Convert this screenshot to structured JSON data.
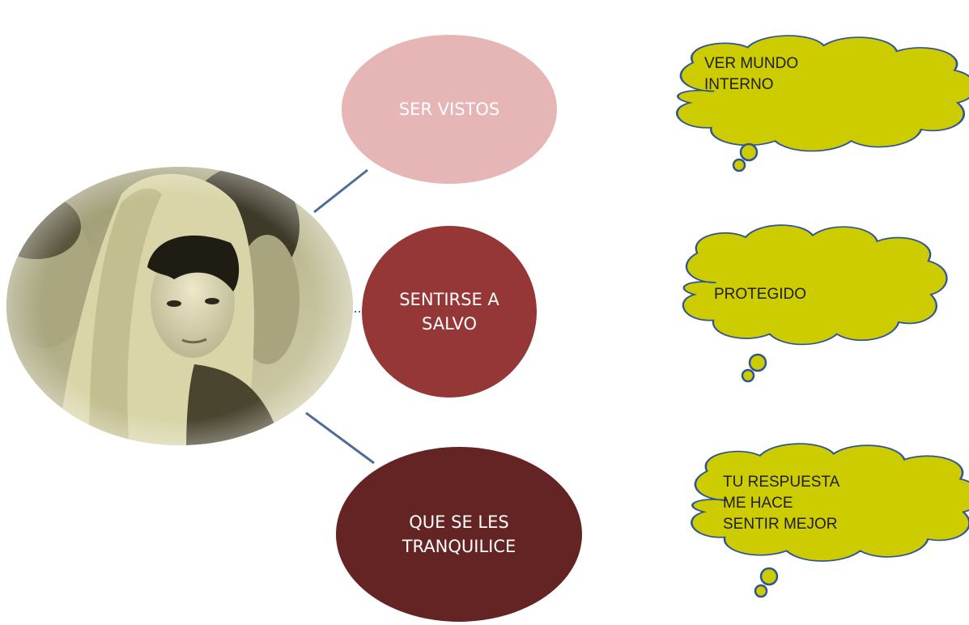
{
  "center": {
    "image": "teenagers-in-hoodies-photo"
  },
  "nodes": [
    {
      "lines": [
        "SER VISTOS"
      ],
      "fill": "#e6b6b6",
      "text_color": "#ffffff"
    },
    {
      "lines": [
        "SENTIRSE A",
        "SALVO"
      ],
      "fill": "#953737",
      "text_color": "#ffffff"
    },
    {
      "lines": [
        "QUE SE LES",
        "TRANQUILICE"
      ],
      "fill": "#632423",
      "text_color": "#ffffff"
    }
  ],
  "thoughts": [
    {
      "lines": [
        "VER MUNDO",
        "INTERNO"
      ]
    },
    {
      "lines": [
        "PROTEGIDO"
      ]
    },
    {
      "lines": [
        "TU RESPUESTA",
        "ME HACE",
        "SENTIR MEJOR"
      ]
    }
  ],
  "colors": {
    "connector": "#4f6e96",
    "cloud_fill": "#cccc00",
    "cloud_stroke": "#2f5496",
    "photo_tint": "#c9c69c"
  }
}
